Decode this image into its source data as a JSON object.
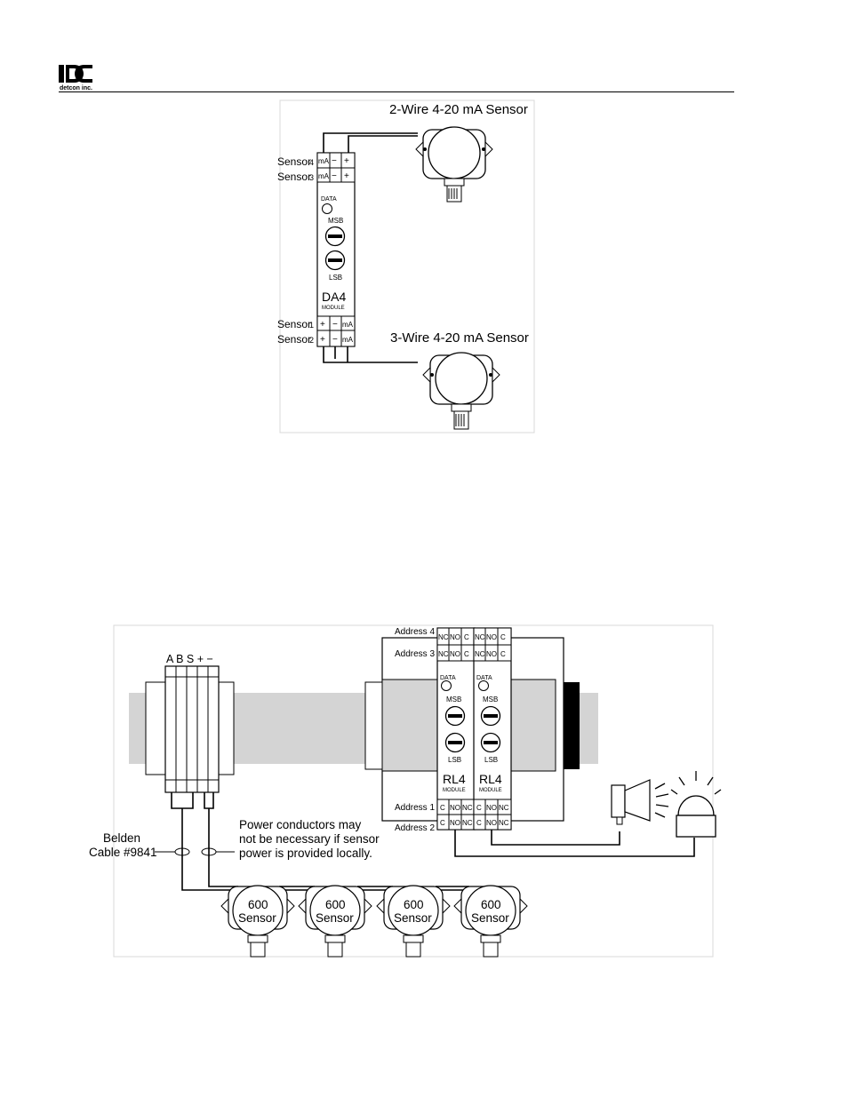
{
  "header": {
    "logo_letters": "DC",
    "logo_caption": "detcon inc."
  },
  "diagram1": {
    "title_2wire": "2-Wire 4-20 mA Sensor",
    "title_3wire": "3-Wire 4-20 mA Sensor",
    "sensor_labels": [
      {
        "name": "Sensor",
        "num": "4"
      },
      {
        "name": "Sensor",
        "num": "3"
      },
      {
        "name": "Sensor",
        "num": "1"
      },
      {
        "name": "Sensor",
        "num": "2"
      }
    ],
    "top_rows": [
      [
        "mA",
        "−",
        "+"
      ],
      [
        "mA",
        "−",
        "+"
      ]
    ],
    "bottom_rows": [
      [
        "+",
        "−",
        "mA"
      ],
      [
        "+",
        "−",
        "mA"
      ]
    ],
    "data_label": "DATA",
    "msb_label": "MSB",
    "lsb_label": "LSB",
    "module_name": "DA4",
    "module_sub": "MODULE"
  },
  "diagram2": {
    "terminal_header": "A B S + −",
    "address_labels": [
      "Address 4",
      "Address 3",
      "Address 1",
      "Address 2"
    ],
    "top_rows": [
      [
        "NC",
        "NO",
        "C"
      ],
      [
        "NC",
        "NO",
        "C"
      ]
    ],
    "bottom_rows": [
      [
        "C",
        "NO",
        "NC"
      ],
      [
        "C",
        "NO",
        "NC"
      ]
    ],
    "data_label": "DATA",
    "msb_label": "MSB",
    "lsb_label": "LSB",
    "module_name": "RL4",
    "module_sub": "MODULE",
    "belden_lines": [
      "Belden",
      "Cable #9841"
    ],
    "power_note_lines": [
      "Power conductors may",
      "not be necessary if sensor",
      "power is provided locally."
    ],
    "sensors": [
      {
        "line1": "600",
        "line2": "Sensor"
      },
      {
        "line1": "600",
        "line2": "Sensor"
      },
      {
        "line1": "600",
        "line2": "Sensor"
      },
      {
        "line1": "600",
        "line2": "Sensor"
      }
    ]
  }
}
